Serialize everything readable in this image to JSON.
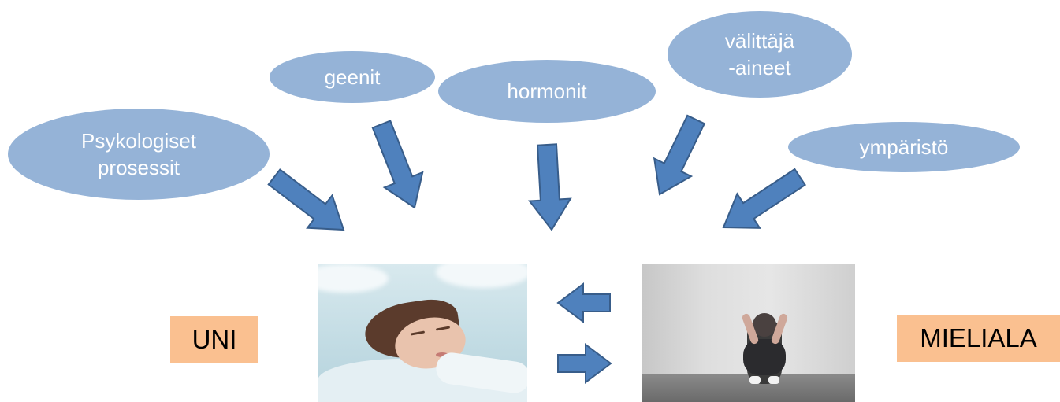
{
  "diagram": {
    "factors": [
      {
        "id": "psykologiset",
        "label": "Psykologiset\nprosessit"
      },
      {
        "id": "geenit",
        "label": "geenit"
      },
      {
        "id": "hormonit",
        "label": "hormonit"
      },
      {
        "id": "valittaja",
        "label": "välittäjä\n-aineet"
      },
      {
        "id": "ymparisto",
        "label": "ympäristö"
      }
    ],
    "left_label": "UNI",
    "right_label": "MIELIALA"
  },
  "colors": {
    "bubble_fill": "#95b3d7",
    "arrow_fill": "#4f81bd",
    "arrow_stroke": "#385d8a",
    "label_fill": "#fac090"
  },
  "images": {
    "left_photo": "sleeping-woman",
    "right_photo": "sad-person-sitting"
  }
}
